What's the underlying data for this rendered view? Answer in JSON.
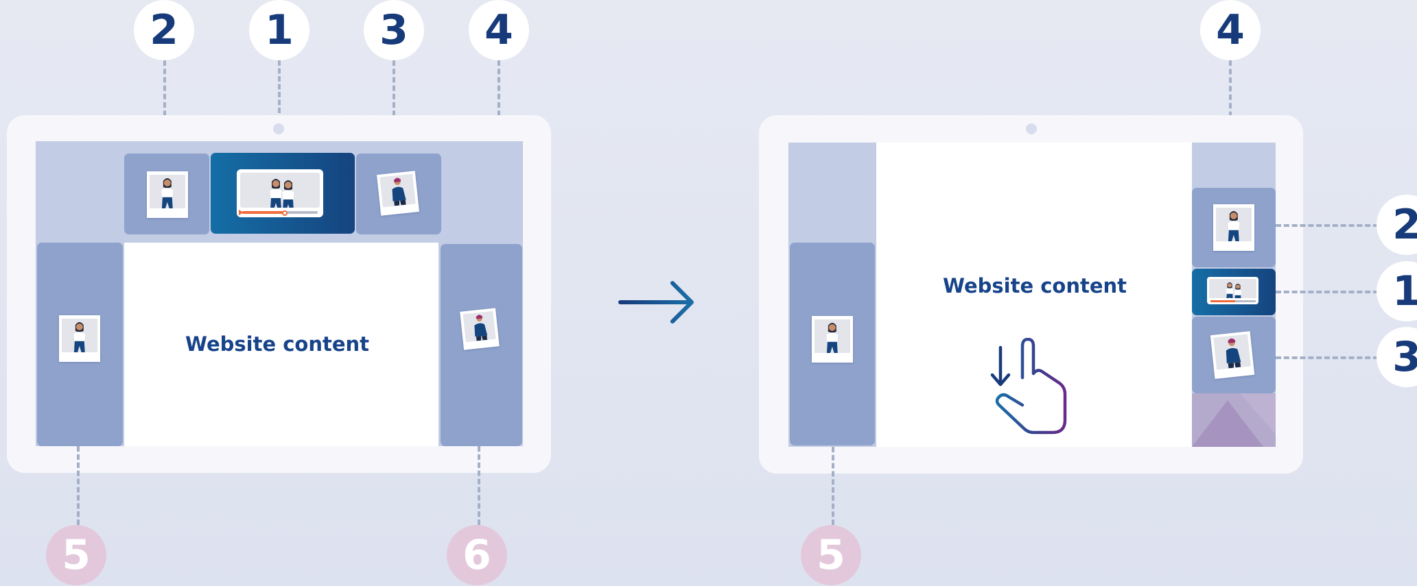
{
  "left_diagram": {
    "content_label": "Website content",
    "top_badges": [
      "2",
      "1",
      "3",
      "4"
    ],
    "bottom_badges": [
      "5",
      "6"
    ]
  },
  "right_diagram": {
    "content_label": "Website content",
    "top_badges": [
      "4"
    ],
    "side_badges": [
      "2",
      "1",
      "3"
    ],
    "bottom_badges": [
      "5"
    ]
  },
  "icons": {
    "arrow": "arrow-right-icon",
    "gesture": "hand-swipe-down-icon",
    "person_thumbnail": "person-photo-icon",
    "video_thumbnail": "video-player-icon"
  },
  "colors": {
    "badge_blue_text": "#173a7a",
    "badge_pink_fill": "#e3c8dc",
    "panel_fill": "#8ea2cc",
    "video_gradient_start": "#156ea6",
    "video_gradient_end": "#15447f",
    "content_text": "#17438a",
    "progress_accent": "#f26b3a"
  }
}
